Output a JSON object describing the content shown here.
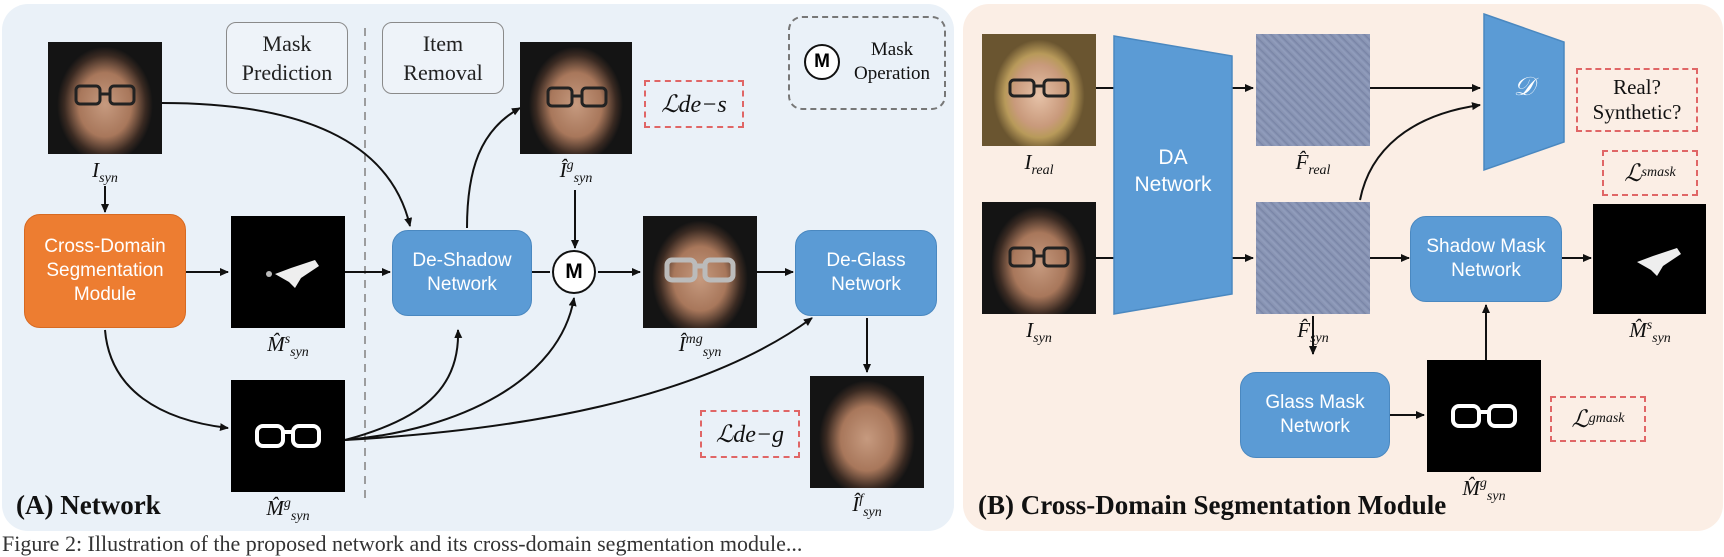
{
  "panel_a": {
    "title": "(A) Network",
    "section_mask_prediction": [
      "Mask",
      "Prediction"
    ],
    "section_item_removal": [
      "Item",
      "Removal"
    ],
    "legend_symbol": "M",
    "legend_label": [
      "Mask",
      "Operation"
    ],
    "node_cross_domain": [
      "Cross-Domain",
      "Segmentation",
      "Module"
    ],
    "node_de_shadow": [
      "De-Shadow",
      "Network"
    ],
    "node_de_glass": [
      "De-Glass",
      "Network"
    ],
    "mask_op_symbol": "M",
    "loss_de_s": "ℒde−s",
    "loss_de_g": "ℒde−g",
    "label_i_syn": "I",
    "label_i_syn_sub": "syn",
    "label_m_s": "M̂",
    "label_m_s_sup": "s",
    "label_m_s_sub": "syn",
    "label_m_g": "M̂",
    "label_m_g_sup": "g",
    "label_m_g_sub": "syn",
    "label_i_g": "Î",
    "label_i_g_sup": "g",
    "label_i_g_sub": "syn",
    "label_i_mg": "Î",
    "label_i_mg_sup": "mg",
    "label_i_mg_sub": "syn",
    "label_i_f": "Î",
    "label_i_f_sup": "f",
    "label_i_f_sub": "syn"
  },
  "panel_b": {
    "title": "(B) Cross-Domain Segmentation Module",
    "node_da": [
      "DA",
      "Network"
    ],
    "node_discriminator": "𝒟",
    "real_synthetic": [
      "Real?",
      "Synthetic?"
    ],
    "node_shadow_mask": [
      "Shadow Mask",
      "Network"
    ],
    "node_glass_mask": [
      "Glass Mask",
      "Network"
    ],
    "loss_mask_s": "ℒ",
    "loss_mask_s_sup": "s",
    "loss_mask_s_sub": "mask",
    "loss_mask_g": "ℒ",
    "loss_mask_g_sup": "g",
    "loss_mask_g_sub": "mask",
    "label_i_real": "I",
    "label_i_real_sub": "real",
    "label_i_syn": "I",
    "label_i_syn_sub": "syn",
    "label_f_real": "F̂",
    "label_f_real_sub": "real",
    "label_f_syn": "F̂",
    "label_f_syn_sub": "syn",
    "label_m_s": "M̂",
    "label_m_s_sup": "s",
    "label_m_s_sub": "syn",
    "label_m_g": "M̂",
    "label_m_g_sup": "g",
    "label_m_g_sub": "syn"
  },
  "caption": "Figure 2: Illustration of the proposed network and its cross-domain segmentation module...",
  "colors": {
    "panel_a_bg": "#eaf1f8",
    "panel_b_bg": "#fbeee5",
    "network_blue": "#5b9bd5",
    "module_orange": "#ed7d31",
    "loss_dash": "#e06666"
  }
}
